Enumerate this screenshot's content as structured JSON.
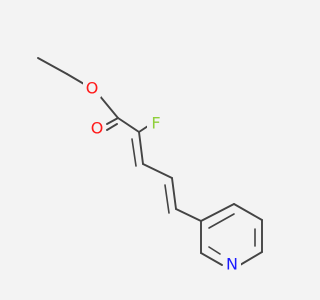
{
  "atoms": {
    "oxygen_ether": {
      "text": "O",
      "color": "#ff1a1a"
    },
    "oxygen_carbonyl": {
      "text": "O",
      "color": "#ff1a1a"
    },
    "fluorine": {
      "text": "F",
      "color": "#8fcf3a"
    },
    "nitrogen": {
      "text": "N",
      "color": "#1a1aff"
    }
  }
}
